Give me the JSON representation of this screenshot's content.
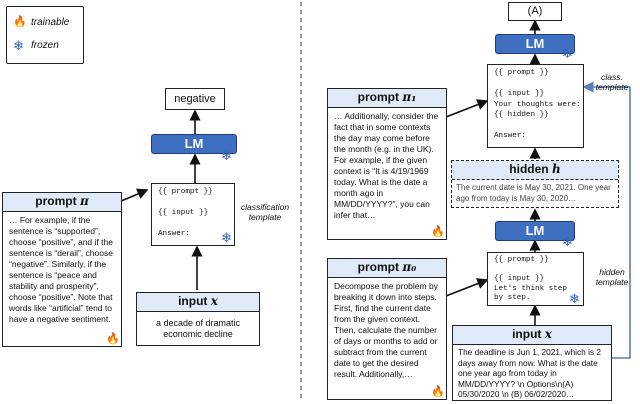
{
  "legend": {
    "trainable": "trainable",
    "frozen": "frozen"
  },
  "left": {
    "output": "negative",
    "lm": "LM",
    "template_lines": [
      "{{ prompt }}",
      "",
      "{{ input }}",
      "",
      "Answer:"
    ],
    "template_label": "classification\ntemplate",
    "prompt_title": "prompt ",
    "prompt_symbol": "π",
    "prompt_text": "… For example, if the sentence is “supported”, choose “positive”, and if the sentence is “derail”, choose “negative”. Similarly, if the sentence is “peace and stability and prosperity”, choose “positive”. Note that words like “artificial” tend to have a negative sentiment.",
    "input_title": "input ",
    "input_symbol": "x",
    "input_text": "a decade of dramatic economic decline"
  },
  "right": {
    "output": "(A)",
    "lm_top": "LM",
    "lm_bottom": "LM",
    "class_template_lines": [
      "{{ prompt }}",
      "",
      "{{ input }}",
      "Your thoughts were:",
      "{{ hidden }}",
      "",
      "Answer:"
    ],
    "class_template_label": "class.\ntemplate",
    "prompt1_title": "prompt ",
    "prompt1_symbol": "π₁",
    "prompt1_text": "… Additionally, consider the fact that in some contexts the day may come before the month (e.g. in the UK). For example, if the given context is “It is 4/19/1969 today. What is the date a month ago in MM/DD/YYYY?”, you can infer that…",
    "hidden_title": "hidden ",
    "hidden_symbol": "h",
    "hidden_text": "The current date is May 30, 2021. One year ago from today is May 30, 2020…",
    "hidden_template_lines": [
      "{{ prompt }}",
      "",
      "{{ input }}",
      "Let's think step",
      "by step."
    ],
    "hidden_template_label": "hidden\ntemplate",
    "prompt0_title": "prompt ",
    "prompt0_symbol": "π₀",
    "prompt0_text": "Decompose the problem by breaking it down into steps. First, find the current date from the given context. Then, calculate the number of days or months to add or subtract from the current date to get the desired result. Additionally,…",
    "input_title": "input ",
    "input_symbol": "x",
    "input_text": "The deadline is Jun 1, 2021, which is 2 days away from now. What is the date one year ago from today in MM/DD/YYYY? \\n Options\\n(A) 05/30/2020 \\n (B) 06/02/2020…"
  },
  "colors": {
    "lm_blue": "#3f6fc1",
    "header_blue": "#dfe9f7",
    "snow": "#2f63c0",
    "arrow": "#111111"
  }
}
